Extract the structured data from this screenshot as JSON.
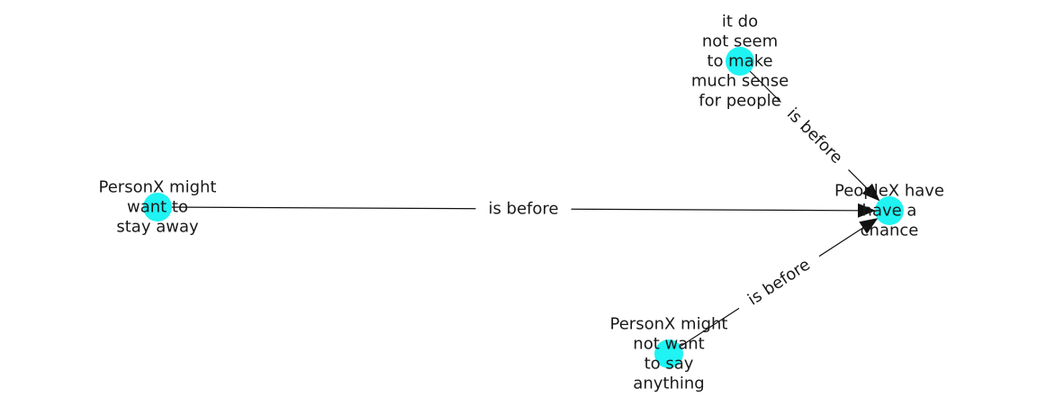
{
  "graph": {
    "node_color": "#1ff3f3",
    "edge_color": "#111111",
    "nodes": [
      {
        "id": "n1",
        "lines": [
          "PersonX might",
          "want to",
          "stay away"
        ]
      },
      {
        "id": "n2",
        "lines": [
          "it do",
          "not seem",
          "to make",
          "much sense",
          "for people"
        ]
      },
      {
        "id": "n3",
        "lines": [
          "PeopleX have",
          "have a",
          "chance"
        ]
      },
      {
        "id": "n4",
        "lines": [
          "PersonX might",
          "not want",
          "to say",
          "anything"
        ]
      }
    ],
    "edges": [
      {
        "from": "n1",
        "to": "n3",
        "label": "is before"
      },
      {
        "from": "n2",
        "to": "n3",
        "label": "is before"
      },
      {
        "from": "n4",
        "to": "n3",
        "label": "is before"
      }
    ]
  }
}
